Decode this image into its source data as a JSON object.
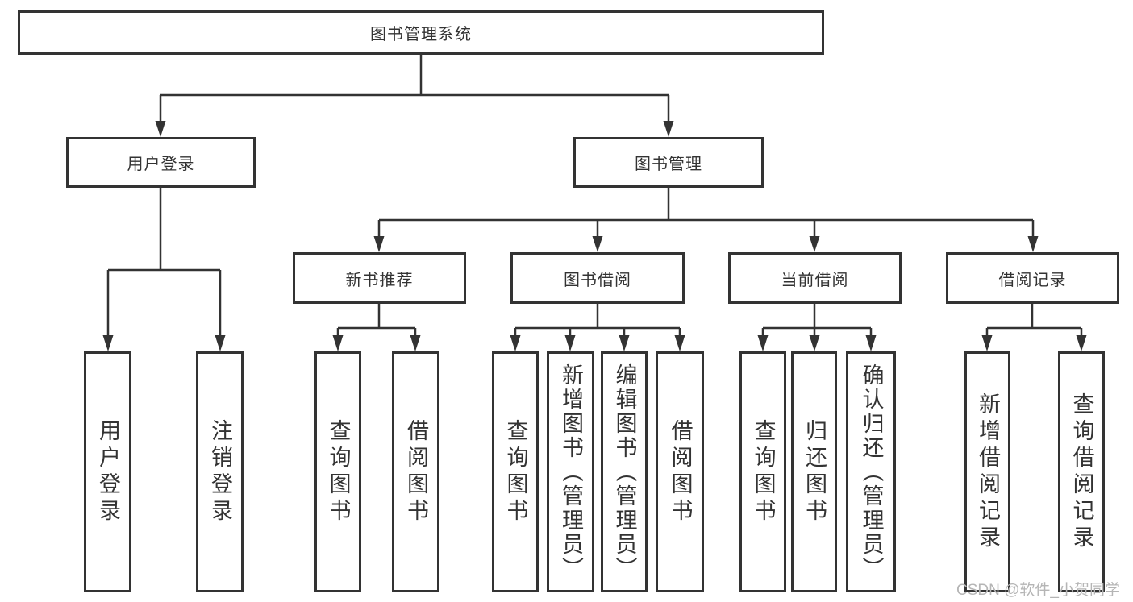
{
  "diagram": {
    "nodes": {
      "root": "图书管理系统",
      "user_login": "用户登录",
      "book_management": "图书管理",
      "new_book_recommendation": "新书推荐",
      "book_borrowing": "图书借阅",
      "current_borrowing": "当前借阅",
      "borrowing_records": "借阅记录",
      "user_login_action": "用户登录",
      "logout_action": "注销登录",
      "nb_query_books": "查询图书",
      "nb_borrow_books": "借阅图书",
      "bb_query_books": "查询图书",
      "bb_add_books": "新增图书（管理员）",
      "bb_edit_books": "编辑图书（管理员）",
      "bb_borrow_books": "借阅图书",
      "cb_query_books": "查询图书",
      "cb_return_books": "归还图书",
      "cb_confirm_return": "确认归还（管理员）",
      "br_add_record": "新增借阅记录",
      "br_query_record": "查询借阅记录"
    },
    "colors": {
      "line": "#333333",
      "box_border": "#333333",
      "text": "#333333",
      "background": "#ffffff",
      "watermark": "#b5b5b5"
    }
  },
  "watermark": {
    "text": "CSDN @软件_小贺同学"
  }
}
